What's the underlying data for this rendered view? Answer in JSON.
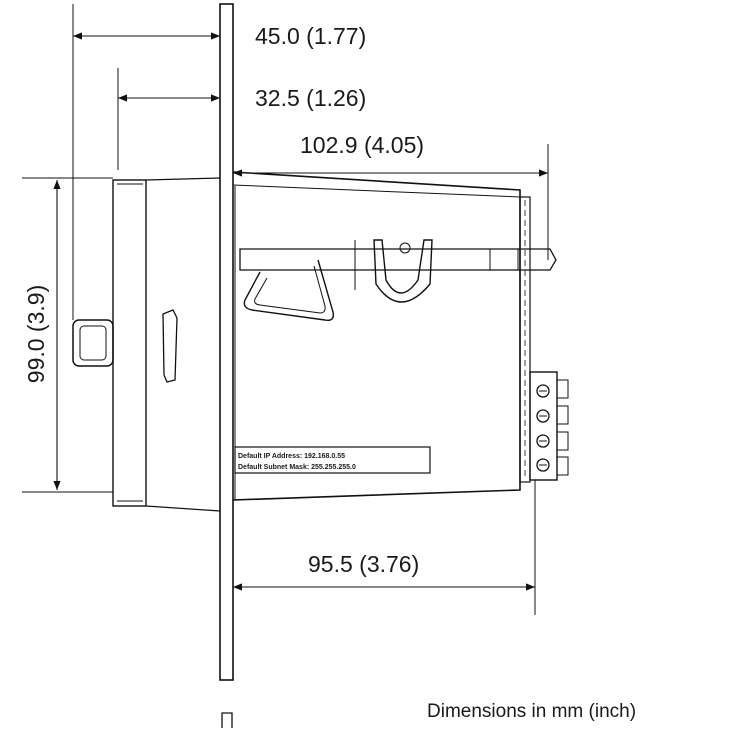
{
  "dimensions": {
    "depth_overall": "45.0 (1.77)",
    "depth_front": "32.5 (1.26)",
    "rear_length": "102.9 (4.05)",
    "height": "99.0 (3.9)",
    "body_length": "95.5 (3.76)"
  },
  "device_label": {
    "line1": "Default IP Address: 192.168.0.55",
    "line2": "Default Subnet Mask: 255.255.255.0"
  },
  "caption": "Dimensions in mm (inch)"
}
